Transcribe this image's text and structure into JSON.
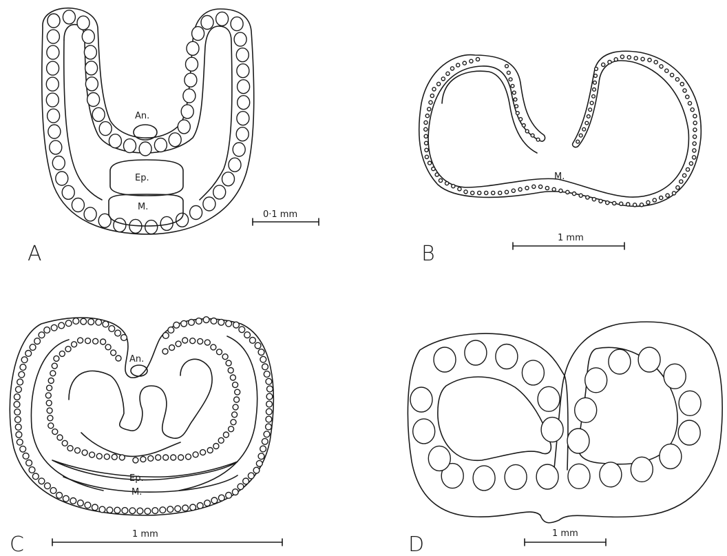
{
  "figure": {
    "panels": [
      {
        "letter": "A",
        "labels": {
          "an": "An.",
          "ep": "Ep.",
          "m": "M."
        },
        "scale": "0·1 mm"
      },
      {
        "letter": "B",
        "labels": {
          "m": "M."
        },
        "scale": "1 mm"
      },
      {
        "letter": "C",
        "labels": {
          "an": "An.",
          "ep": "Ep.",
          "m": "M."
        },
        "scale": "1 mm"
      },
      {
        "letter": "D",
        "labels": {},
        "scale": "1 mm"
      }
    ]
  },
  "colors": {
    "ink": "#1a1a1a",
    "background": "#ffffff"
  }
}
